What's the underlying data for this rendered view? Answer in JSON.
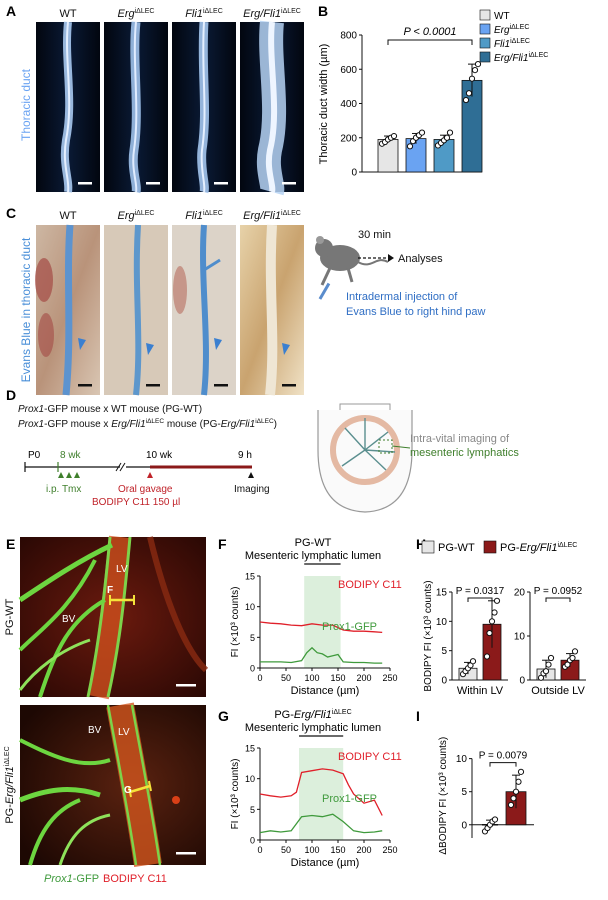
{
  "panels": {
    "A": "A",
    "B": "B",
    "C": "C",
    "D": "D",
    "E": "E",
    "F": "F",
    "G": "G",
    "H": "H",
    "I": "I"
  },
  "genotypes": [
    {
      "pre": "WT",
      "italic": "",
      "sup": ""
    },
    {
      "pre": "",
      "italic": "Erg",
      "sup": "iΔLEC"
    },
    {
      "pre": "",
      "italic": "Fli1",
      "sup": "iΔLEC"
    },
    {
      "pre": "",
      "italic": "Erg/Fli1",
      "sup": "iΔLEC"
    }
  ],
  "A": {
    "side_label": "Thoracic duct"
  },
  "C": {
    "side_label": "Evans Blue in thoracic duct",
    "timing": "30 min",
    "analyses": "Analyses",
    "injection_line1": "Intradermal injection of",
    "injection_line2": "Evans Blue to right hind paw"
  },
  "D": {
    "cross1_a": "Prox1",
    "cross1_b": "-GFP mouse x WT mouse (PG-WT)",
    "cross2_a": "Prox1",
    "cross2_b": "-GFP mouse x ",
    "cross2_c": "Erg/Fli1",
    "cross2_d": "iΔLEC",
    "cross2_e": " mouse (PG-",
    "cross2_f": "Erg/Fli1",
    "cross2_g": "iΔLEC",
    "cross2_h": ")",
    "t0": "P0",
    "t1": "8 wk",
    "t2": "10 wk",
    "t3": "9 h",
    "tmx": "i.p. Tmx",
    "gavage1": "Oral gavage",
    "gavage2": "BODIPY C11 150 µl",
    "imaging": "Imaging",
    "vital1": "Intra-vital imaging of",
    "vital2": "mesenteric lymphatics"
  },
  "E": {
    "top_label": "PG-WT",
    "bottom_label_a": "PG-",
    "bottom_label_b": "Erg/Fli1",
    "bottom_label_c": "iΔLEC",
    "lv": "LV",
    "bv": "BV",
    "f_mark": "F",
    "g_mark": "G",
    "legend_a": "Prox1",
    "legend_b": "-GFP",
    "legend_c": "BODIPY C11"
  },
  "colors": {
    "wt": "#e6e6e6",
    "erg": "#6aa3f2",
    "fli1": "#4f9ac6",
    "double": "#2f6e95",
    "bodipy": "#e0202a",
    "gfp": "#3f9a3c",
    "dark_red": "#8b1a1a",
    "shade": "#dcefdc",
    "lymph_blue": "#4a8fd8"
  },
  "chart_data": [
    {
      "panel": "B",
      "type": "bar",
      "categories": [
        "WT",
        "Erg iΔLEC",
        "Fli1 iΔLEC",
        "Erg/Fli1 iΔLEC"
      ],
      "values": [
        190,
        195,
        190,
        535
      ],
      "errors": [
        20,
        30,
        25,
        95
      ],
      "points": [
        [
          165,
          175,
          190,
          200,
          210
        ],
        [
          150,
          180,
          200,
          215,
          230
        ],
        [
          155,
          170,
          185,
          200,
          230
        ],
        [
          420,
          460,
          545,
          595,
          630
        ]
      ],
      "ylabel": "Thoracic duct width (µm)",
      "ylim": [
        0,
        800
      ],
      "yticks": [
        0,
        200,
        400,
        600,
        800
      ],
      "pvalue": "P < 0.0001",
      "legend": [
        "WT",
        "Erg iΔLEC",
        "Fli1 iΔLEC",
        "Erg/Fli1 iΔLEC"
      ]
    },
    {
      "panel": "F",
      "type": "line",
      "title1": "PG-WT",
      "title2": "Mesenteric lymphatic lumen",
      "xlabel": "Distance (µm)",
      "ylabel": "FI (×10³ counts)",
      "xlim": [
        0,
        250
      ],
      "ylim": [
        0,
        15
      ],
      "xticks": [
        0,
        50,
        100,
        150,
        200,
        250
      ],
      "yticks": [
        0,
        5,
        10,
        15
      ],
      "shade": [
        85,
        155
      ],
      "series": [
        {
          "name": "BODIPY C11",
          "x": [
            0,
            20,
            40,
            60,
            80,
            100,
            120,
            140,
            160,
            180,
            200,
            220,
            235
          ],
          "y": [
            7.5,
            7.3,
            7.2,
            7.0,
            6.9,
            7.2,
            7.0,
            7.0,
            6.2,
            6.0,
            6.0,
            5.9,
            5.8
          ]
        },
        {
          "name": "Prox1-GFP",
          "x": [
            0,
            20,
            40,
            60,
            80,
            90,
            100,
            110,
            120,
            130,
            140,
            150,
            160,
            180,
            200,
            220,
            235
          ],
          "y": [
            1.0,
            1.0,
            1.0,
            0.9,
            1.2,
            2.5,
            3.3,
            2.5,
            2.3,
            1.8,
            2.0,
            2.2,
            1.0,
            0.9,
            0.9,
            0.8,
            0.8
          ]
        }
      ]
    },
    {
      "panel": "G",
      "type": "line",
      "title1": "PG-Erg/Fli1iΔLEC",
      "title2": "Mesenteric lymphatic lumen",
      "xlabel": "Distance (µm)",
      "ylabel": "FI (×10³ counts)",
      "xlim": [
        0,
        250
      ],
      "ylim": [
        0,
        15
      ],
      "xticks": [
        0,
        50,
        100,
        150,
        200,
        250
      ],
      "yticks": [
        0,
        5,
        10,
        15
      ],
      "shade": [
        75,
        160
      ],
      "series": [
        {
          "name": "BODIPY C11",
          "x": [
            0,
            20,
            40,
            60,
            70,
            80,
            100,
            120,
            140,
            160,
            170,
            180,
            200,
            220,
            235
          ],
          "y": [
            7.5,
            7.2,
            7.0,
            7.2,
            7.8,
            11.0,
            11.3,
            11.6,
            11.4,
            10.8,
            9.0,
            7.5,
            6.0,
            6.5,
            4.0
          ]
        },
        {
          "name": "Prox1-GFP",
          "x": [
            0,
            20,
            40,
            60,
            80,
            100,
            120,
            140,
            160,
            180,
            200,
            220,
            235
          ],
          "y": [
            1.2,
            1.5,
            1.3,
            1.5,
            3.8,
            4.0,
            3.8,
            4.2,
            3.0,
            1.5,
            1.2,
            1.3,
            1.5
          ]
        }
      ]
    },
    {
      "panel": "H",
      "type": "bar",
      "legend": [
        "PG-WT",
        "PG-Erg/Fli1iΔLEC"
      ],
      "ylabel": "BODIPY FI (×10³ counts)",
      "groups": [
        {
          "label": "Within LV",
          "ylim": [
            0,
            15
          ],
          "yticks": [
            0,
            5,
            10,
            15
          ],
          "values": [
            2.0,
            9.5
          ],
          "errors": [
            1.0,
            4.0
          ],
          "points": [
            [
              1.0,
              1.5,
              2.0,
              2.5,
              3.2
            ],
            [
              4.0,
              8.0,
              10.0,
              11.5,
              13.5
            ]
          ],
          "pvalue": "P = 0.0317"
        },
        {
          "label": "Outside LV",
          "ylim": [
            0,
            20
          ],
          "yticks": [
            0,
            10,
            20
          ],
          "values": [
            2.5,
            4.5
          ],
          "errors": [
            2.0,
            1.5
          ],
          "points": [
            [
              0.5,
              1.5,
              2.0,
              3.5,
              5.0
            ],
            [
              3.0,
              3.5,
              4.5,
              5.0,
              6.5
            ]
          ],
          "pvalue": "P = 0.0952"
        }
      ]
    },
    {
      "panel": "I",
      "type": "bar",
      "ylabel": "ΔBODIPY FI (×10³ counts)",
      "ylim": [
        0,
        10
      ],
      "yticks": [
        0,
        5,
        10
      ],
      "values": [
        0,
        5.0
      ],
      "errors": [
        0.7,
        2.5
      ],
      "points": [
        [
          -1.0,
          -0.5,
          0,
          0.5,
          0.8
        ],
        [
          3.0,
          4.0,
          5.0,
          6.5,
          8.0
        ]
      ],
      "pvalue": "P = 0.0079"
    }
  ]
}
